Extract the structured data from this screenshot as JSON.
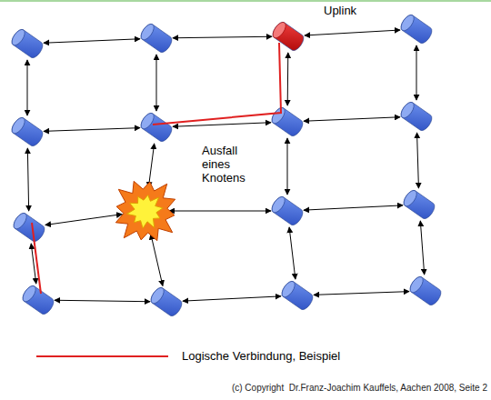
{
  "diagram": {
    "nodes": [
      {
        "text": [
          "Uplink"
        ]
      },
      {
        "text": [
          "Ausfall eines Knotens"
        ]
      }
    ],
    "labels": [
      "(c) Copyright  Dr.Franz-Joachim Kauffels, Aachen 2008, Seite 2"
    ],
    "legend": [
      {
        "text": "Logische Verbindung, Beispiel"
      }
    ]
  }
}
